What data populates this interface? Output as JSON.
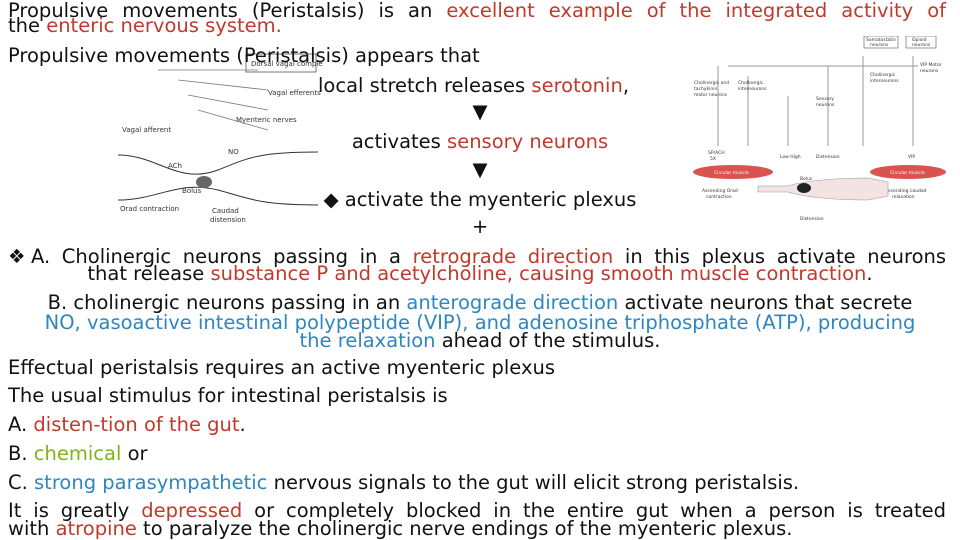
{
  "colors": {
    "red": "#c0392b",
    "blue": "#2e86c1",
    "green": "#7cb518",
    "text": "#111111"
  },
  "diagram_left": {
    "labels": {
      "dorsal": "Dorsal vagal complex",
      "vagal_efferents": "Vagal efferents",
      "vagal_afferent": "Vagal afferent",
      "myenteric_nerves": "Myenteric nerves",
      "ach": "ACh",
      "no": "NO",
      "bolus": "Bolus",
      "orad": "Orad contraction",
      "caudad_1": "Caudad",
      "caudad_2": "distension"
    }
  },
  "diagram_right": {
    "labels": {
      "somatostatin_1": "Somatostatin",
      "somatostatin_2": "neurons",
      "opioid_1": "Opioid",
      "opioid_2": "neurons",
      "cholinergic_tachy_1": "Cholinergic and",
      "cholinergic_tachy_2": "tachykinin",
      "cholinergic_tachy_3": "motor neurons",
      "cholinergic_inter_1": "Cholinergic",
      "cholinergic_inter_2": "interneurons",
      "vip_1": "VIP Motor",
      "vip_2": "neurons",
      "cholinergic_inter2_1": "Cholinergic",
      "cholinergic_inter2_2": "interneurons",
      "sensory_1": "Sensory",
      "sensory_2": "neurons",
      "sp_ach_1": "SP/ACH",
      "sp_ach_2": "5X",
      "low_high": "Low High",
      "distension": "Distension",
      "vip": "VIP",
      "circular_muscle_left": "Circular muscle",
      "circular_muscle_right": "Circular muscle",
      "ascending_1": "Ascending Orad",
      "ascending_2": "contraction",
      "descending_1": "Descending caudad",
      "descending_2": "relaxation",
      "bolus": "Bolus",
      "distension_bottom": "Distension"
    }
  },
  "text": {
    "l1": {
      "a": "Propulsive movements (Peristalsis) is an ",
      "b": "excellent example of the integrated activity of"
    },
    "l2": {
      "a": "the ",
      "b": "enteric nervous system."
    },
    "l3": {
      "a": "Propulsive movements (Peristalsis) appears that"
    },
    "l4": {
      "a": "local stretch releases ",
      "b": "serotonin",
      "c": ","
    },
    "arrow": "▼",
    "l5": {
      "a": "activates ",
      "b": "sensory neurons"
    },
    "l6": {
      "bullet": "◆",
      "a": " activate the myenteric plexus"
    },
    "plus": "+",
    "l7": {
      "bullet": "❖",
      "a": "A. Cholinergic neurons passing in a ",
      "b": "retrograde direction",
      "c": " in this plexus activate neurons"
    },
    "l8": {
      "a": "that release ",
      "b": "substance P and acetylcholine, causing smooth muscle contraction",
      "c": "."
    },
    "l9": {
      "a": "B. cholinergic neurons passing in an ",
      "b": "anterograde direction",
      "c": " activate neurons that secrete"
    },
    "l10": {
      "a": "NO, vasoactive intestinal polypeptide (VIP), and adenosine triphosphate (ATP), producing"
    },
    "l11": {
      "a": "the relaxation",
      "b": " ahead of the stimulus."
    },
    "l12": "Effectual peristalsis requires an active myenteric plexus",
    "l13": "The usual stimulus for intestinal peristalsis is",
    "l14": {
      "a": "A. ",
      "b": "disten-tion of the gut",
      "c": "."
    },
    "l15": {
      "a": "B. ",
      "b": "chemical",
      "c": " or"
    },
    "l16": {
      "a": "C. ",
      "b": "strong parasympathetic",
      "c": " nervous signals to the gut will elicit strong peristalsis."
    },
    "l17": {
      "a": "It is greatly ",
      "b": "depressed",
      "c": " or completely blocked in the entire gut when a person is treated"
    },
    "l18": {
      "a": "with ",
      "b": "atropine",
      "c": " to paralyze the cholinergic nerve endings of the myenteric plexus."
    }
  }
}
